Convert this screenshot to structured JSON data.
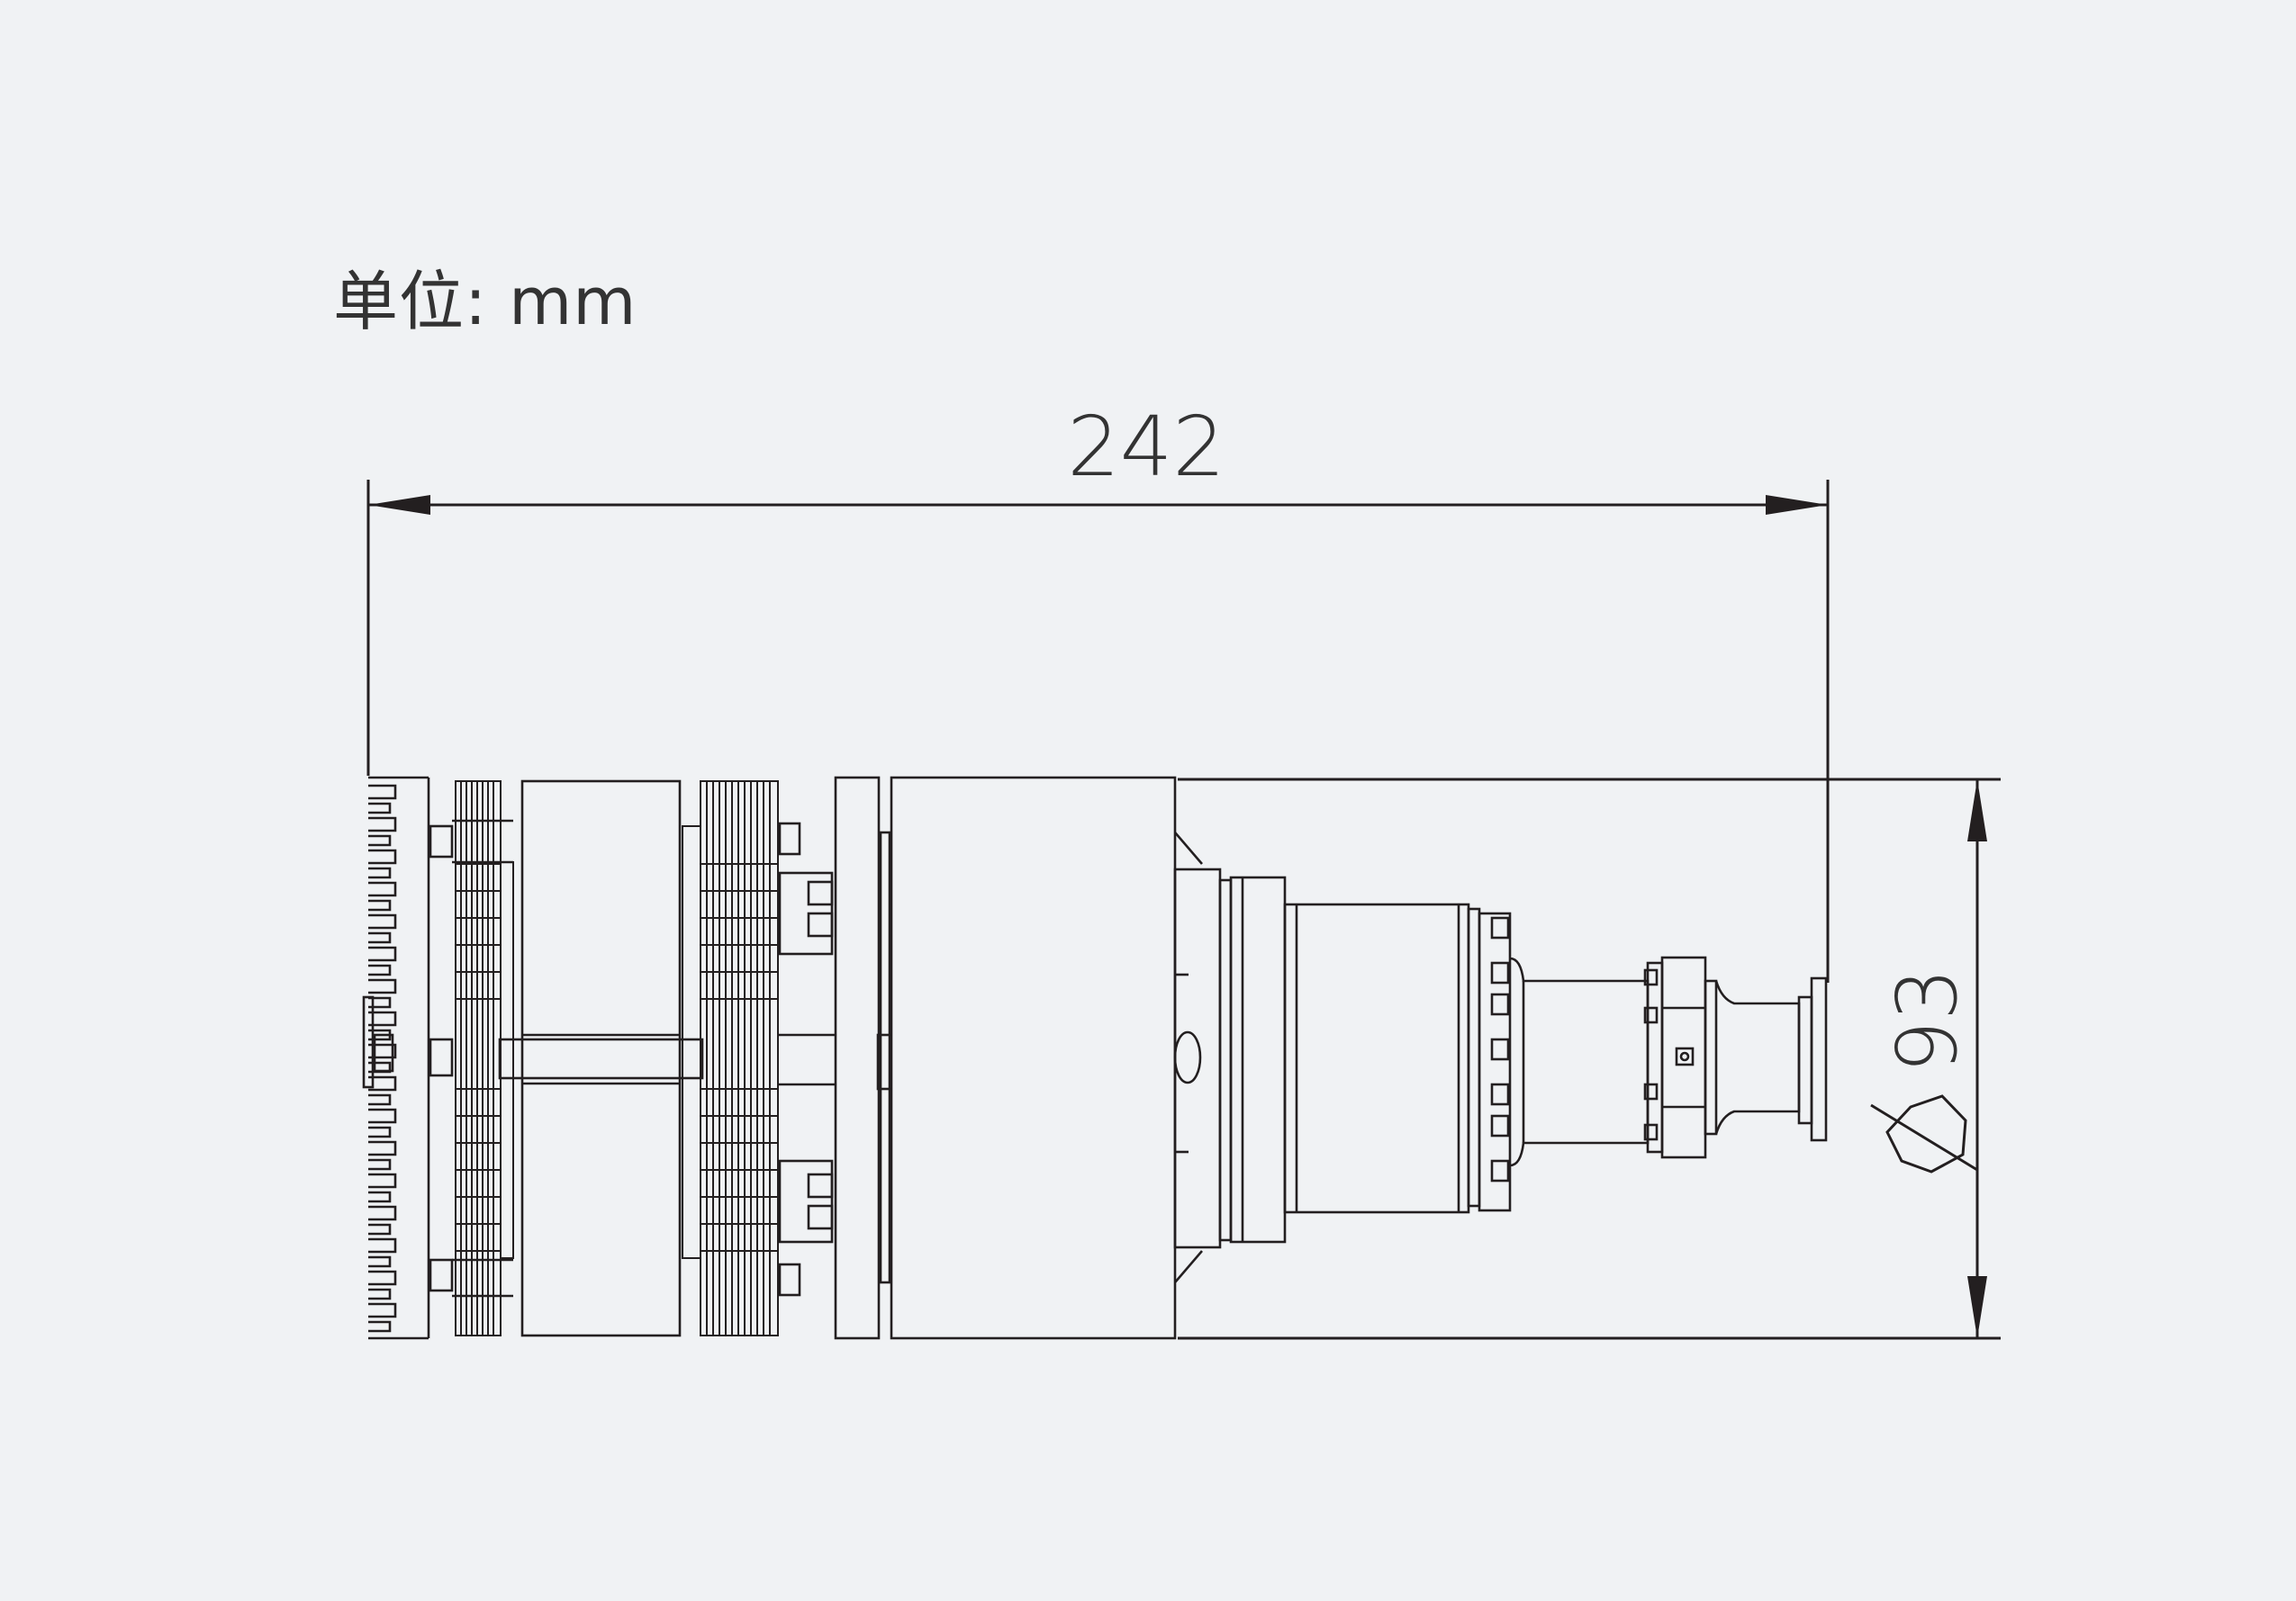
{
  "unit": {
    "label": "单位: mm"
  },
  "dimensions": {
    "length": "242",
    "diameter": "93"
  },
  "colors": {
    "background": "#f0f2f4",
    "line": "#231f20",
    "text": "#333333"
  }
}
